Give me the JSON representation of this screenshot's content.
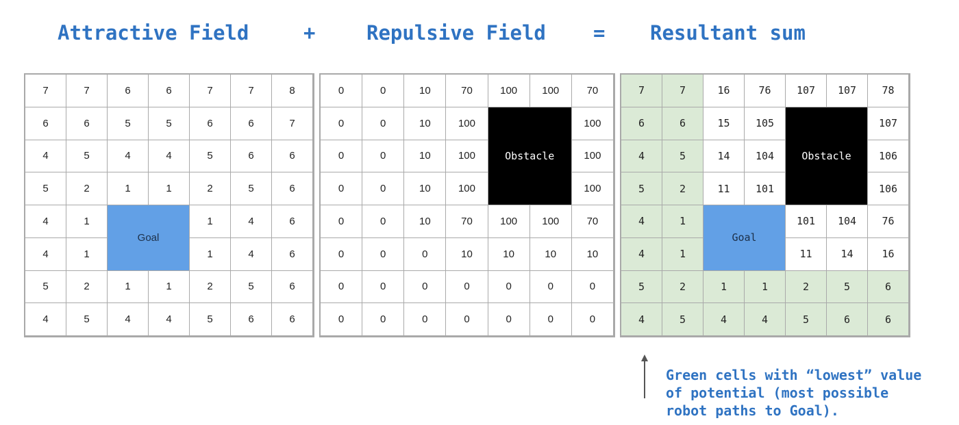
{
  "headers": {
    "attractive": "Attractive Field",
    "plus": "+",
    "repulsive": "Repulsive Field",
    "equals": "=",
    "resultant": "Resultant sum"
  },
  "labels": {
    "goal": "Goal",
    "obstacle": "Obstacle"
  },
  "grids": [
    {
      "id": "attractive",
      "cells": [
        [
          "7",
          "7",
          "6",
          "6",
          "7",
          "7",
          "8"
        ],
        [
          "6",
          "6",
          "5",
          "5",
          "6",
          "6",
          "7"
        ],
        [
          "4",
          "5",
          "4",
          "4",
          "5",
          "6",
          "6"
        ],
        [
          "5",
          "2",
          "1",
          "1",
          "2",
          "5",
          "6"
        ],
        [
          "4",
          "1",
          "",
          "",
          "1",
          "4",
          "6"
        ],
        [
          "4",
          "1",
          "",
          "",
          "1",
          "4",
          "6"
        ],
        [
          "5",
          "2",
          "1",
          "1",
          "2",
          "5",
          "6"
        ],
        [
          "4",
          "5",
          "4",
          "4",
          "5",
          "6",
          "6"
        ]
      ],
      "goal": {
        "row": 4,
        "col": 2,
        "rows": 2,
        "cols": 2
      }
    },
    {
      "id": "repulsive",
      "cells": [
        [
          "0",
          "0",
          "10",
          "70",
          "100",
          "100",
          "70"
        ],
        [
          "0",
          "0",
          "10",
          "100",
          "",
          "",
          "100"
        ],
        [
          "0",
          "0",
          "10",
          "100",
          "",
          "",
          "100"
        ],
        [
          "0",
          "0",
          "10",
          "100",
          "",
          "",
          "100"
        ],
        [
          "0",
          "0",
          "10",
          "70",
          "100",
          "100",
          "70"
        ],
        [
          "0",
          "0",
          "0",
          "10",
          "10",
          "10",
          "10"
        ],
        [
          "0",
          "0",
          "0",
          "0",
          "0",
          "0",
          "0"
        ],
        [
          "0",
          "0",
          "0",
          "0",
          "0",
          "0",
          "0"
        ]
      ],
      "obstacle": {
        "row": 1,
        "col": 4,
        "rows": 3,
        "cols": 2
      }
    },
    {
      "id": "resultant",
      "cells": [
        [
          "7",
          "7",
          "16",
          "76",
          "107",
          "107",
          "78"
        ],
        [
          "6",
          "6",
          "15",
          "105",
          "",
          "",
          "107"
        ],
        [
          "4",
          "5",
          "14",
          "104",
          "",
          "",
          "106"
        ],
        [
          "5",
          "2",
          "11",
          "101",
          "",
          "",
          "106"
        ],
        [
          "4",
          "1",
          "",
          "",
          "101",
          "104",
          "76"
        ],
        [
          "4",
          "1",
          "",
          "",
          "11",
          "14",
          "16"
        ],
        [
          "5",
          "2",
          "1",
          "1",
          "2",
          "5",
          "6"
        ],
        [
          "4",
          "5",
          "4",
          "4",
          "5",
          "6",
          "6"
        ]
      ],
      "goal": {
        "row": 4,
        "col": 2,
        "rows": 2,
        "cols": 2
      },
      "obstacle": {
        "row": 1,
        "col": 4,
        "rows": 3,
        "cols": 2
      },
      "green_cells": [
        [
          0,
          0
        ],
        [
          0,
          1
        ],
        [
          1,
          0
        ],
        [
          1,
          1
        ],
        [
          2,
          0
        ],
        [
          2,
          1
        ],
        [
          3,
          0
        ],
        [
          3,
          1
        ],
        [
          4,
          0
        ],
        [
          4,
          1
        ],
        [
          5,
          0
        ],
        [
          5,
          1
        ],
        [
          6,
          0
        ],
        [
          6,
          1
        ],
        [
          6,
          2
        ],
        [
          6,
          3
        ],
        [
          6,
          4
        ],
        [
          6,
          5
        ],
        [
          6,
          6
        ],
        [
          7,
          0
        ],
        [
          7,
          1
        ],
        [
          7,
          2
        ],
        [
          7,
          3
        ],
        [
          7,
          4
        ],
        [
          7,
          5
        ],
        [
          7,
          6
        ]
      ]
    }
  ],
  "note": {
    "line1": "Green cells with “lowest” value",
    "line2": "of potential (most possible",
    "line3": "robot paths to Goal)."
  },
  "colors": {
    "header": "#2f73c2",
    "goal": "#62a0e6",
    "obstacle": "#000000",
    "green": "#dbead6"
  }
}
